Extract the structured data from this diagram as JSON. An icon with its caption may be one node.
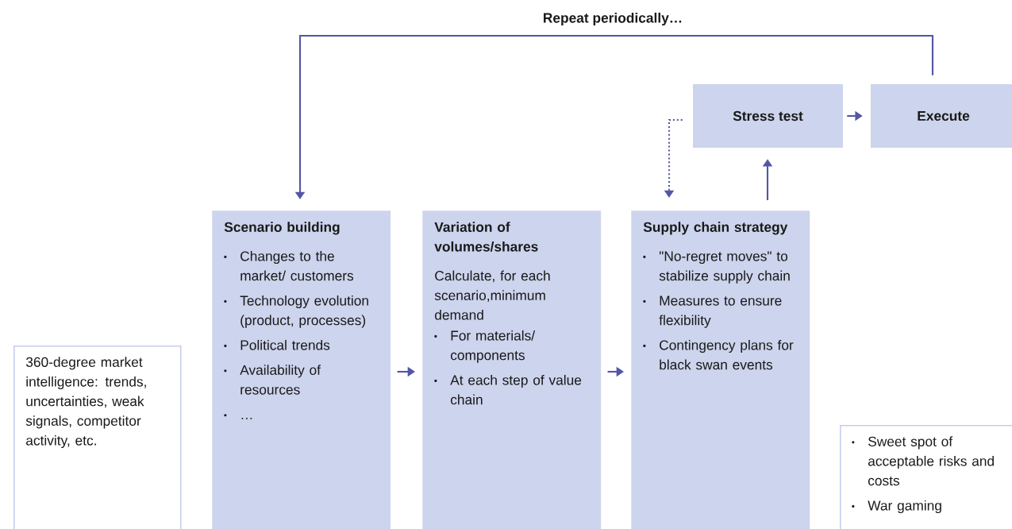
{
  "diagram": {
    "nodes": [
      {
        "text": [
          "360-degree market intelligence: trends, uncertainties, weak signals, competitor activity, etc."
        ]
      },
      {
        "text": [
          "Scenario building",
          "Changes to the market/ customers",
          "Technology evolution (product, processes)",
          "Political trends",
          "Availability of resources",
          "…"
        ]
      },
      {
        "text": [
          "Variation of volumes/shares",
          "Calculate, for each scenario,minimum demand",
          "For materials/ components",
          "At each step of value chain"
        ]
      },
      {
        "text": [
          "Supply chain strategy",
          "\"No-regret moves\" to stabilize supply chain",
          "Measures to ensure flexibility",
          "Contingency plans for black swan events"
        ]
      },
      {
        "text": [
          "Stress test"
        ]
      },
      {
        "text": [
          "Execute"
        ]
      },
      {
        "text": [
          "Sweet spot of acceptable risks and costs",
          "War gaming"
        ]
      }
    ],
    "edges": [
      {
        "from": 1,
        "to": 2,
        "arrow": "to"
      },
      {
        "from": 2,
        "to": 3,
        "arrow": "to"
      },
      {
        "from": 3,
        "to": 4,
        "arrow": "to"
      },
      {
        "from": 4,
        "to": 5,
        "arrow": "to"
      },
      {
        "from": 5,
        "to": 1,
        "arrow": "to",
        "label": "Repeat periodically…"
      },
      {
        "from": 4,
        "to": 3,
        "arrow": "to",
        "style": "dashed"
      }
    ]
  }
}
